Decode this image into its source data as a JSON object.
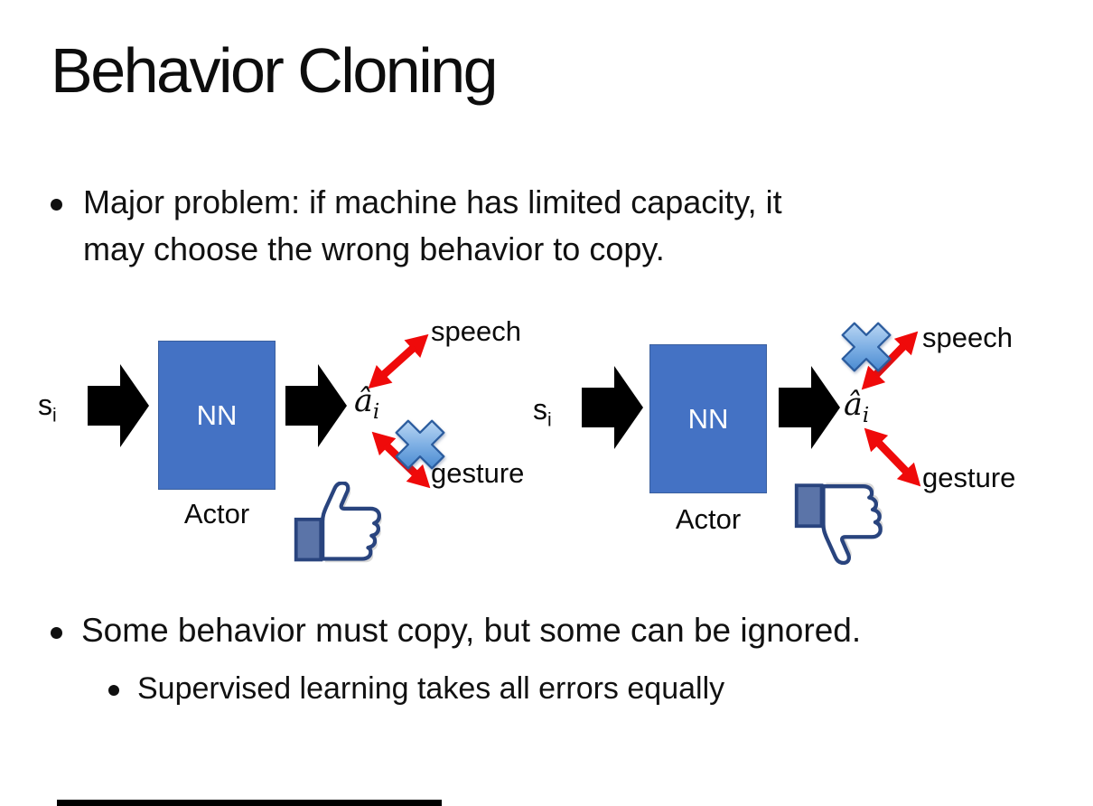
{
  "slide": {
    "title": "Behavior Cloning",
    "bullet_glyph": "•",
    "bullet1_line1": "Major problem: if machine has limited capacity, it",
    "bullet1_line2": "may choose the wrong behavior to copy.",
    "bullet2": "Some behavior must copy, but some can be ignored.",
    "bullet3": "Supervised learning takes all errors equally"
  },
  "diagram": {
    "state_label": "s",
    "state_sub": "i",
    "nn_label": "NN",
    "actor_label": "Actor",
    "action_label": "â",
    "action_sub": "i",
    "speech_label": "speech",
    "gesture_label": "gesture"
  },
  "colors": {
    "text": "#111111",
    "nn_fill": "#4472C4",
    "nn_border": "#3A5F9E",
    "arrow_black": "#000000",
    "arrow_red": "#EF0A0A",
    "cross_light": "#D6E9FB",
    "cross_mid": "#7FB0E4",
    "cross_dark": "#2F78C8",
    "cross_border": "#2B5C9E",
    "thumb_outline": "#29447E",
    "thumb_cuff": "#5B74A8",
    "thumb_shadow": "#D8D8D8"
  }
}
